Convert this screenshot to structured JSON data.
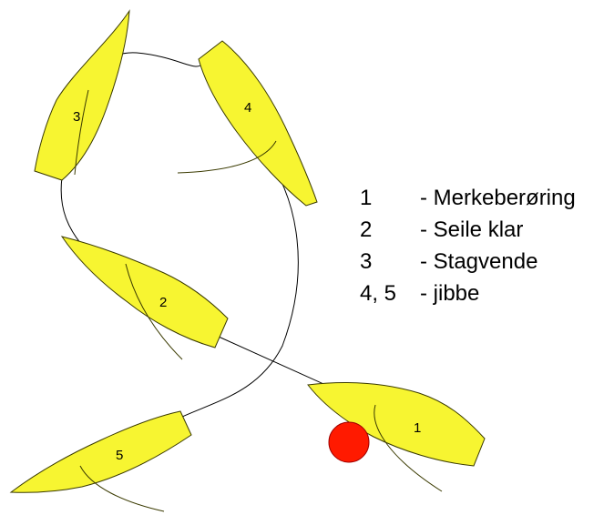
{
  "diagram": {
    "colors": {
      "hull_fill": "#f7f531",
      "hull_stroke": "#3a3a00",
      "mark_buoy": "#ff1a00",
      "course_line": "#000000"
    },
    "boats": [
      {
        "id": "boat-1",
        "label": "1"
      },
      {
        "id": "boat-2",
        "label": "2"
      },
      {
        "id": "boat-3",
        "label": "3"
      },
      {
        "id": "boat-4",
        "label": "4"
      },
      {
        "id": "boat-5",
        "label": "5"
      }
    ],
    "legend": [
      {
        "num": "1",
        "text": "- Merkeberøring"
      },
      {
        "num": "2",
        "text": "- Seile klar"
      },
      {
        "num": "3",
        "text": "- Stagvende"
      },
      {
        "num": "4, 5",
        "text": "- jibbe"
      }
    ]
  }
}
